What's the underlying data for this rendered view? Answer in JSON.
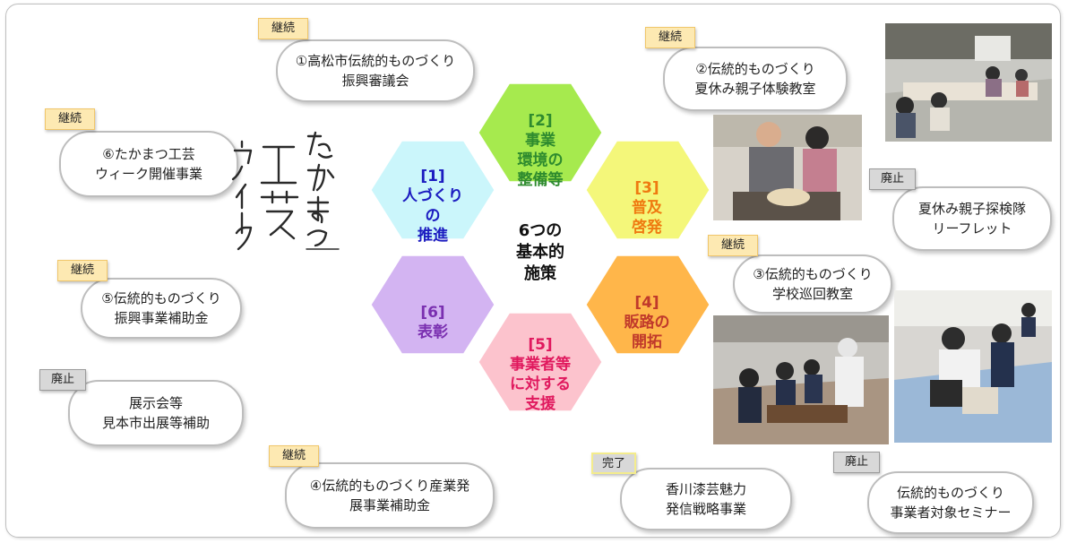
{
  "center": {
    "line1": "6つの",
    "line2": "基本的",
    "line3": "施策"
  },
  "hexes": [
    {
      "num": "[1]",
      "lines": [
        "人づくり",
        "の",
        "推進"
      ],
      "fill": "#cbf6fb",
      "text": "#1c1cc0"
    },
    {
      "num": "[2]",
      "lines": [
        "事業",
        "環境の",
        "整備等"
      ],
      "fill": "#a6ea4e",
      "text": "#2e8b2e"
    },
    {
      "num": "[3]",
      "lines": [
        "普及",
        "啓発"
      ],
      "fill": "#f4f77a",
      "text": "#ef7a10"
    },
    {
      "num": "[4]",
      "lines": [
        "販路の",
        "開拓"
      ],
      "fill": "#ffb64a",
      "text": "#c0392b"
    },
    {
      "num": "[5]",
      "lines": [
        "事業者等",
        "に対する",
        "支援"
      ],
      "fill": "#fcc3cd",
      "text": "#e0195e"
    },
    {
      "num": "[6]",
      "lines": [
        "表彰"
      ],
      "fill": "#d3b4f2",
      "text": "#7a2fb0"
    }
  ],
  "items": {
    "b1": {
      "tag": "継続",
      "line1": "①高松市伝統的ものづくり",
      "line2": "振興審議会"
    },
    "b2": {
      "tag": "継続",
      "line1": "②伝統的ものづくり",
      "line2": "夏休み親子体験教室"
    },
    "b3": {
      "tag": "継続",
      "line1": "③伝統的ものづくり",
      "line2": "学校巡回教室"
    },
    "b4": {
      "tag": "継続",
      "line1": "④伝統的ものづくり産業発",
      "line2": "展事業補助金"
    },
    "b5": {
      "tag": "継続",
      "line1": "⑤伝統的ものづくり",
      "line2": "振興事業補助金"
    },
    "b6": {
      "tag": "継続",
      "line1": "⑥たかまつ工芸",
      "line2": "ウィーク開催事業"
    },
    "b7": {
      "tag": "廃止",
      "line1": "夏休み親子探検隊",
      "line2": "リーフレット"
    },
    "b8": {
      "tag": "廃止",
      "line1": "展示会等",
      "line2": "見本市出展等補助"
    },
    "b9": {
      "tag": "完了",
      "line1": "香川漆芸魅力",
      "line2": "発信戦略事業"
    },
    "b10": {
      "tag": "廃止",
      "line1": "伝統的ものづくり",
      "line2": "事業者対象セミナー"
    }
  },
  "logo": {
    "text": "たかまつ工芸ウィーク",
    "col1": "たかまつ",
    "col2": "工芸",
    "col3": "ウィーク"
  },
  "photos": [
    "classroom-workshop-photo",
    "parent-child-craft-photo",
    "school-visit-class-photo",
    "seminar-demonstration-photo"
  ]
}
